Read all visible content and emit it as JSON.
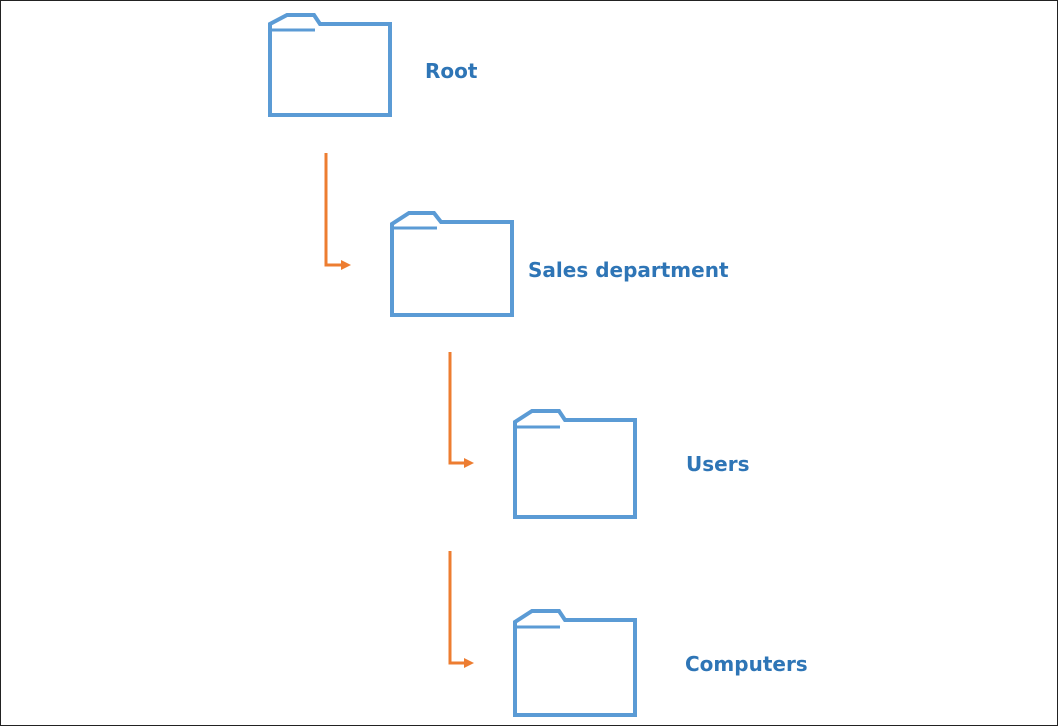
{
  "colors": {
    "folder_stroke": "#5b9bd5",
    "label_text": "#2e75b6",
    "connector": "#ed7d31"
  },
  "nodes": [
    {
      "icon": "folder-icon",
      "label": "Root"
    },
    {
      "icon": "folder-icon",
      "label": "Sales department"
    },
    {
      "icon": "folder-icon",
      "label": "Users"
    },
    {
      "icon": "folder-icon",
      "label": "Computers"
    }
  ]
}
